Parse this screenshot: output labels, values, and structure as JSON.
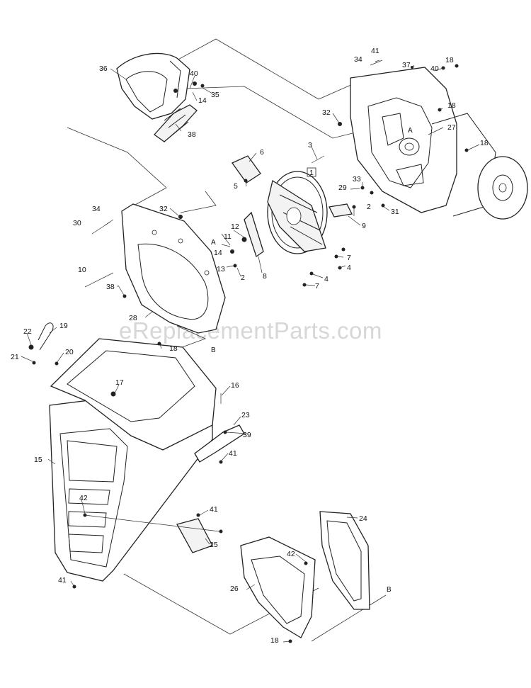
{
  "watermark": "eReplacementParts.com",
  "callouts": [
    "1",
    "2",
    "3",
    "4",
    "5",
    "6",
    "7",
    "8",
    "9",
    "10",
    "11",
    "12",
    "13",
    "14",
    "15",
    "16",
    "17",
    "18",
    "19",
    "20",
    "21",
    "22",
    "23",
    "24",
    "25",
    "26",
    "27",
    "28",
    "29",
    "30",
    "31",
    "32",
    "33",
    "34",
    "35",
    "36",
    "37",
    "38",
    "39",
    "40",
    "41",
    "42",
    "A",
    "B"
  ]
}
